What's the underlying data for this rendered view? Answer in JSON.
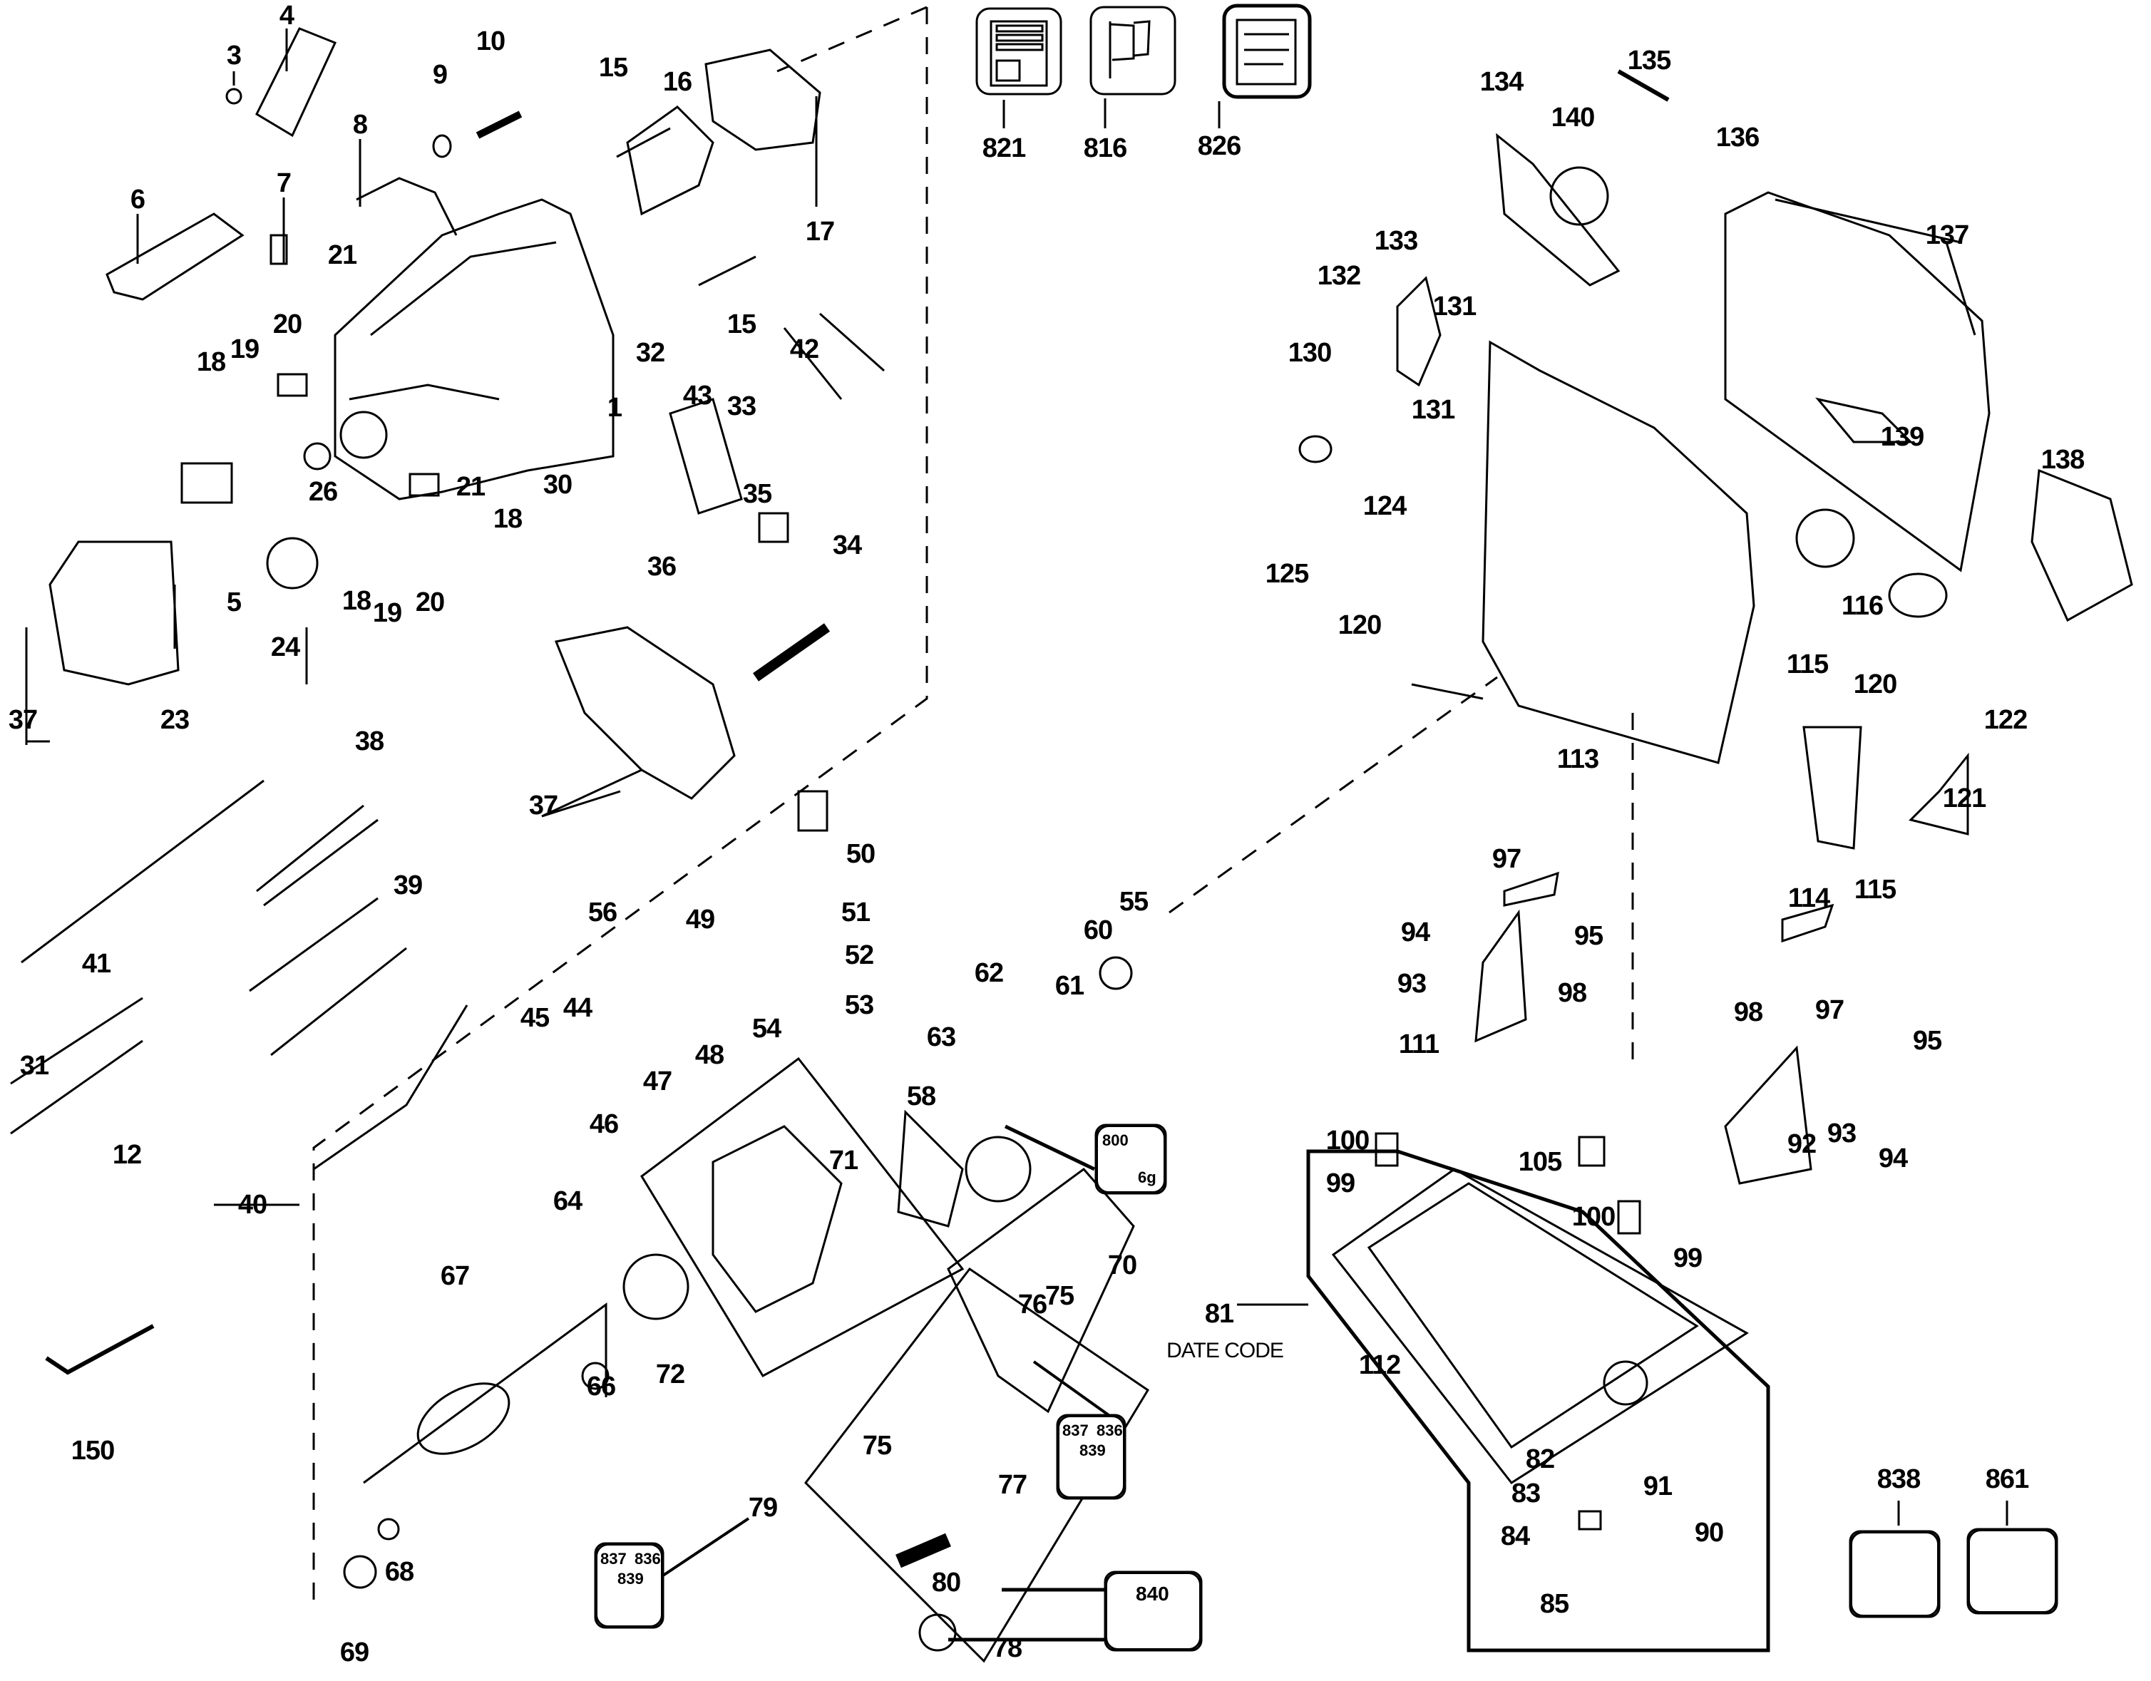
{
  "diagram": {
    "title": "Exploded parts diagram",
    "type": "exploded-parts-view",
    "accent_color": "#000000",
    "background_color": "#ffffff",
    "date_code_label": "DATE CODE",
    "callouts": {
      "p1": "1",
      "p3": "3",
      "p4": "4",
      "p5": "5",
      "p6": "6",
      "p7": "7",
      "p8": "8",
      "p9": "9",
      "p10": "10",
      "p12": "12",
      "p15a": "15",
      "p15b": "15",
      "p16": "16",
      "p17": "17",
      "p18a": "18",
      "p18b": "18",
      "p18c": "18",
      "p19a": "19",
      "p19b": "19",
      "p20a": "20",
      "p20b": "20",
      "p21a": "21",
      "p21b": "21",
      "p23": "23",
      "p24": "24",
      "p26": "26",
      "p30": "30",
      "p31": "31",
      "p32": "32",
      "p33": "33",
      "p34": "34",
      "p35": "35",
      "p36": "36",
      "p37a": "37",
      "p37b": "37",
      "p38": "38",
      "p39": "39",
      "p40": "40",
      "p41": "41",
      "p42": "42",
      "p43": "43",
      "p44": "44",
      "p45": "45",
      "p46": "46",
      "p47": "47",
      "p48": "48",
      "p49": "49",
      "p50": "50",
      "p51": "51",
      "p52": "52",
      "p53": "53",
      "p54": "54",
      "p55": "55",
      "p56": "56",
      "p58": "58",
      "p60": "60",
      "p61": "61",
      "p62": "62",
      "p63": "63",
      "p64": "64",
      "p66": "66",
      "p67": "67",
      "p68": "68",
      "p69": "69",
      "p70": "70",
      "p71": "71",
      "p72": "72",
      "p75a": "75",
      "p75b": "75",
      "p76": "76",
      "p77": "77",
      "p78": "78",
      "p79": "79",
      "p80": "80",
      "p81": "81",
      "p82": "82",
      "p83": "83",
      "p84": "84",
      "p85": "85",
      "p90": "90",
      "p91": "91",
      "p92": "92",
      "p93a": "93",
      "p93b": "93",
      "p94a": "94",
      "p94b": "94",
      "p95a": "95",
      "p95b": "95",
      "p97a": "97",
      "p97b": "97",
      "p98a": "98",
      "p98b": "98",
      "p99a": "99",
      "p99b": "99",
      "p100a": "100",
      "p100b": "100",
      "p105": "105",
      "p111": "111",
      "p112": "112",
      "p113": "113",
      "p114": "114",
      "p115a": "115",
      "p115b": "115",
      "p116": "116",
      "p120a": "120",
      "p120b": "120",
      "p121": "121",
      "p122": "122",
      "p124": "124",
      "p125": "125",
      "p130": "130",
      "p131a": "131",
      "p131b": "131",
      "p132": "132",
      "p133": "133",
      "p134": "134",
      "p135": "135",
      "p136": "136",
      "p137": "137",
      "p138": "138",
      "p139": "139",
      "p140": "140",
      "p150": "150",
      "p821": "821",
      "p816": "816",
      "p826": "826",
      "p838": "838",
      "p861": "861",
      "p840": "840"
    },
    "kits": {
      "grease": {
        "amount": "800",
        "unit": "6g"
      },
      "brush_kit_a": {
        "codes": [
          "837",
          "836",
          "839"
        ]
      },
      "brush_kit_b": {
        "codes": [
          "837",
          "836",
          "839"
        ]
      },
      "kit_840": {
        "code": "840"
      }
    }
  }
}
